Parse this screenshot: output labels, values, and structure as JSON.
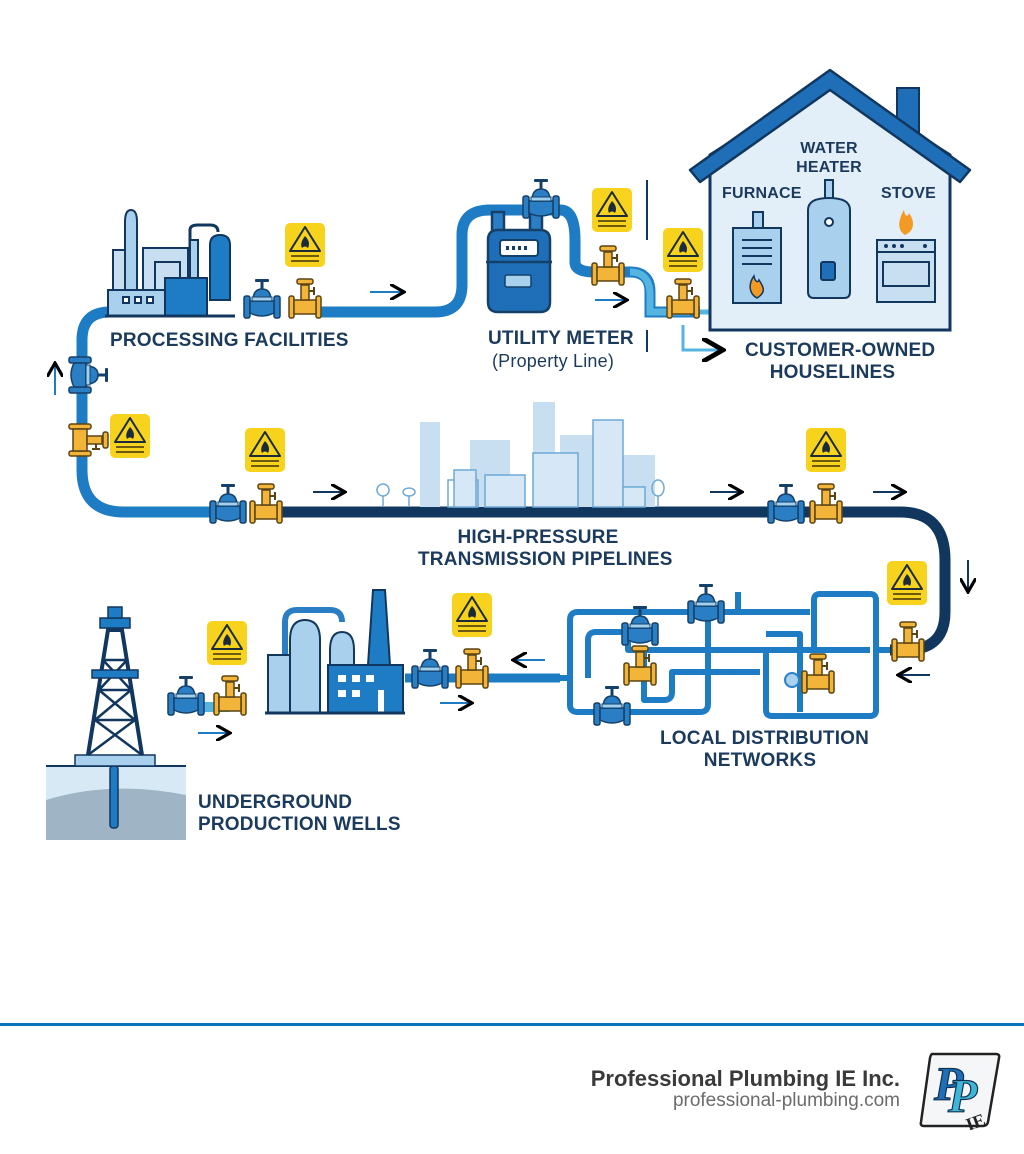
{
  "diagram": {
    "type": "process-flow",
    "subject": "natural gas delivery path",
    "colors": {
      "pipe_medium": "#1e7cc4",
      "pipe_light": "#55b4e0",
      "pipe_dark": "#12375f",
      "valve_blue": "#2a7fc4",
      "valve_yellow": "#f2b53a",
      "warning_yellow": "#f7d31e",
      "label_text": "#1b3a5c",
      "building_fill": "#a9d0ec",
      "footer_rule": "#0b76bb"
    },
    "stages": [
      {
        "id": "wells",
        "label_line1": "UNDERGROUND",
        "label_line2": "PRODUCTION WELLS"
      },
      {
        "id": "processing",
        "label": "PROCESSING FACILITIES"
      },
      {
        "id": "transmission",
        "label_line1": "HIGH-PRESSURE",
        "label_line2": "TRANSMISSION PIPELINES"
      },
      {
        "id": "distribution",
        "label_line1": "LOCAL DISTRIBUTION",
        "label_line2": "NETWORKS"
      },
      {
        "id": "meter",
        "label": "UTILITY METER",
        "sublabel": "(Property Line)"
      },
      {
        "id": "houselines",
        "label_line1": "CUSTOMER-OWNED",
        "label_line2": "HOUSELINES"
      }
    ],
    "house_appliances": [
      {
        "id": "furnace",
        "label": "FURNACE"
      },
      {
        "id": "water_heater",
        "label_line1": "WATER",
        "label_line2": "HEATER"
      },
      {
        "id": "stove",
        "label": "STOVE"
      }
    ],
    "icons": [
      "oil-derrick-icon",
      "processing-plant-icon",
      "factory-icon",
      "city-skyline-icon",
      "gas-meter-icon",
      "house-icon",
      "furnace-icon",
      "water-heater-icon",
      "stove-icon",
      "flame-icon",
      "gate-valve-icon",
      "shutoff-valve-icon",
      "warning-sign-icon",
      "flow-arrow-icon"
    ],
    "warning_sign_count": 9
  },
  "footer": {
    "company_name": "Professional Plumbing IE Inc.",
    "website": "professional-plumbing.com",
    "logo_text": "PP",
    "logo_subtext": "IE"
  }
}
